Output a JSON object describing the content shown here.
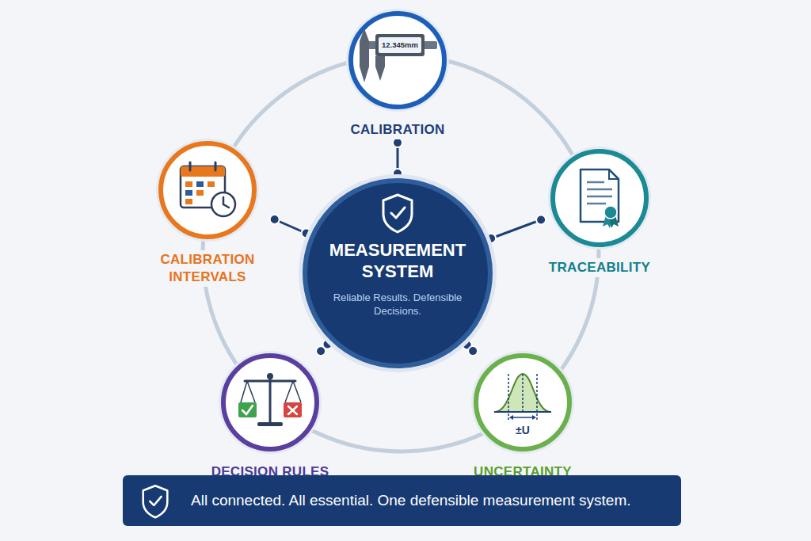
{
  "diagram": {
    "nodes": [
      {
        "text": [
          "CALIBRATION"
        ]
      },
      {
        "text": [
          "CALIBRATION INTERVALS"
        ]
      },
      {
        "text": [
          "MEASUREMENT SYSTEM",
          "Reliable Results. Defensible Decisions."
        ]
      },
      {
        "text": [
          "TRACEABILITY"
        ]
      },
      {
        "text": [
          "DECISION RULES"
        ]
      },
      {
        "text": [
          "UNCERTAINTY"
        ]
      },
      {
        "text": [
          "All connected. All essential. One defensible measurement system."
        ]
      }
    ],
    "edges": [
      {
        "from": 2,
        "to": 0,
        "arrow": "none"
      },
      {
        "from": 2,
        "to": 1,
        "arrow": "none"
      },
      {
        "from": 2,
        "to": 3,
        "arrow": "none"
      },
      {
        "from": 2,
        "to": 4,
        "arrow": "none"
      },
      {
        "from": 2,
        "to": 5,
        "arrow": "none"
      }
    ],
    "labels": [
      "12.345mm",
      "±U"
    ]
  }
}
